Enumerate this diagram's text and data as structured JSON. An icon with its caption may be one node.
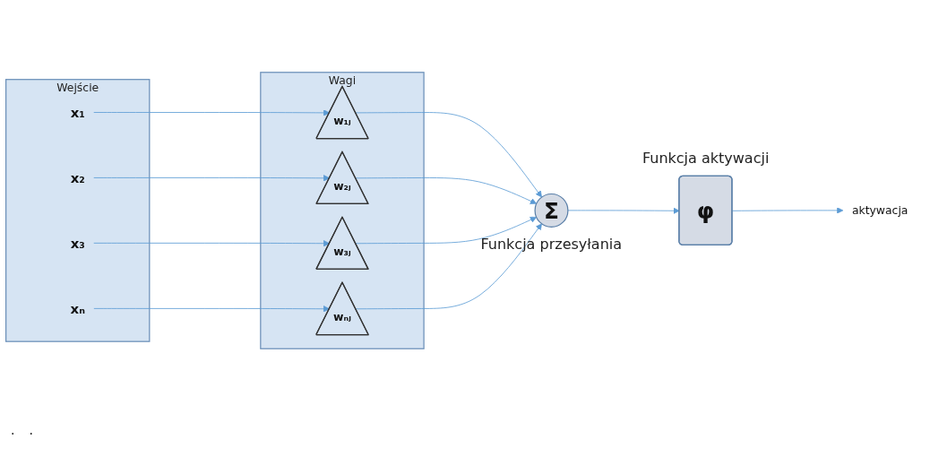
{
  "diagram": {
    "nodes": [
      {
        "text": [
          "Wejście"
        ]
      },
      {
        "text": [
          "x₁"
        ],
        "in": 0
      },
      {
        "text": [
          "x₂"
        ],
        "in": 0
      },
      {
        "text": [
          "x₃"
        ],
        "in": 0
      },
      {
        "text": [
          "xₙ"
        ],
        "in": 0
      },
      {
        "text": [
          "Wagi"
        ]
      },
      {
        "text": [
          "w₁ⱼ"
        ],
        "in": 5
      },
      {
        "text": [
          "w₂ⱼ"
        ],
        "in": 5
      },
      {
        "text": [
          "w₃ⱼ"
        ],
        "in": 5
      },
      {
        "text": [
          "wₙⱼ"
        ],
        "in": 5
      },
      {
        "text": [
          "Σ"
        ],
        "beside": [
          "Funkcja przesyłania"
        ]
      },
      {
        "text": [
          "φ"
        ],
        "beside": [
          "Funkcja aktywacji"
        ]
      },
      {
        "text": [
          "aktywacja"
        ]
      }
    ],
    "edges": [
      {
        "from": 1,
        "to": 6,
        "arrow": "to"
      },
      {
        "from": 2,
        "to": 7,
        "arrow": "to"
      },
      {
        "from": 3,
        "to": 8,
        "arrow": "to"
      },
      {
        "from": 4,
        "to": 9,
        "arrow": "to"
      },
      {
        "from": 6,
        "to": 10,
        "arrow": "to"
      },
      {
        "from": 7,
        "to": 10,
        "arrow": "to"
      },
      {
        "from": 8,
        "to": 10,
        "arrow": "to"
      },
      {
        "from": 9,
        "to": 10,
        "arrow": "to"
      },
      {
        "from": 10,
        "to": 11,
        "arrow": "to"
      },
      {
        "from": 11,
        "to": 12,
        "arrow": "to"
      }
    ],
    "labels": [
      ".",
      "."
    ]
  }
}
